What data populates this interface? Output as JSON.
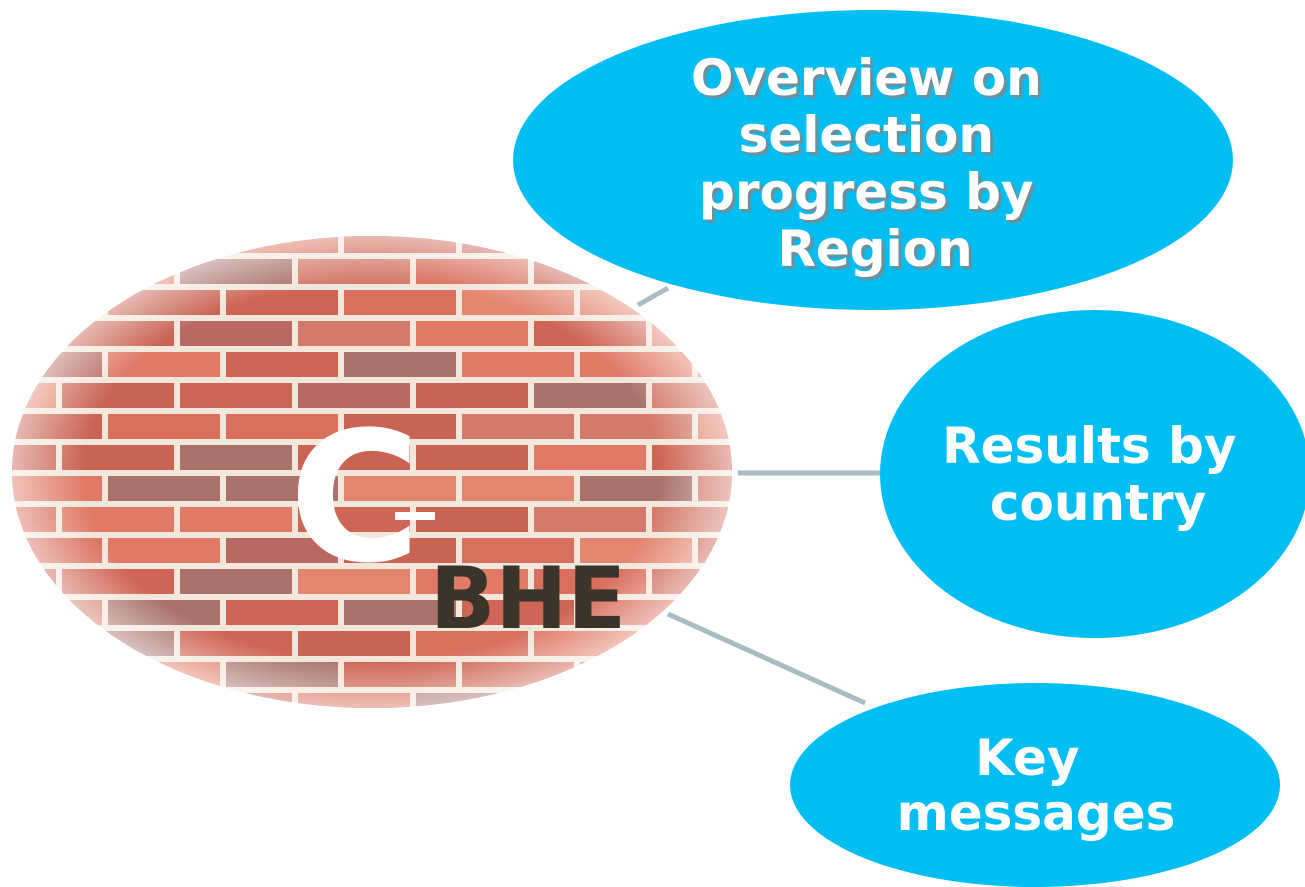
{
  "center": {
    "logo_letter": "C",
    "logo_text": "BHE",
    "logo_text_color": "#3a3528",
    "background": "brick-wall"
  },
  "nodes": [
    {
      "id": "overview",
      "lines": [
        "Overview on",
        "selection",
        "progress by",
        "Region"
      ]
    },
    {
      "id": "results",
      "lines": [
        "Results by",
        "country"
      ]
    },
    {
      "id": "key-messages",
      "lines": [
        "Key",
        "messages"
      ]
    }
  ],
  "colors": {
    "bubble": "#00bdf2",
    "connector": "#a8bcc3",
    "mortar": "#f3e6da",
    "brick": "#d9705e"
  }
}
